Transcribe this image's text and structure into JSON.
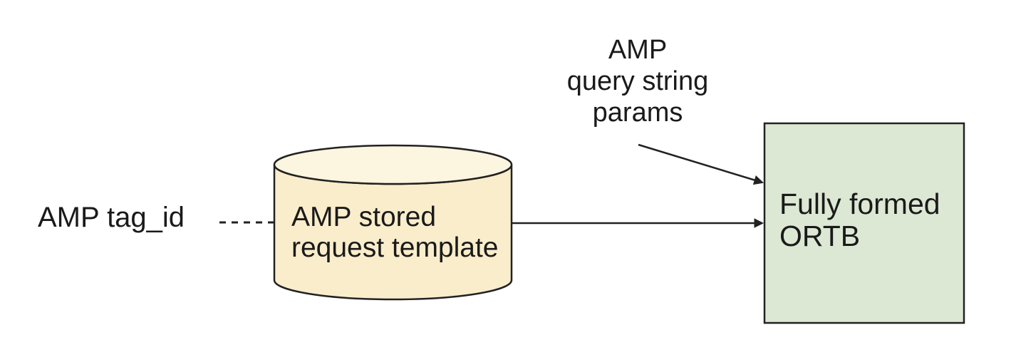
{
  "diagram": {
    "background": "#ffffff",
    "stroke_color": "#222222",
    "text_color": "#1a1a1a",
    "labels": {
      "amp_tag_id": "AMP tag_id",
      "query_params": "AMP\nquery string\nparams"
    },
    "nodes": {
      "stored_request": {
        "shape": "cylinder",
        "label": "AMP stored\nrequest template",
        "fill": "#faedcb",
        "top_fill": "#fcf5df"
      },
      "ortb": {
        "shape": "rectangle",
        "label": "Fully formed\nORTB",
        "fill": "#dce8d4"
      }
    },
    "connectors": [
      {
        "from": "amp_tag_id",
        "to": "stored_request",
        "style": "dashed",
        "arrowhead": false
      },
      {
        "from": "stored_request",
        "to": "ortb",
        "style": "solid",
        "arrowhead": true
      },
      {
        "from": "query_params",
        "to": "ortb",
        "style": "solid",
        "arrowhead": true
      }
    ]
  }
}
